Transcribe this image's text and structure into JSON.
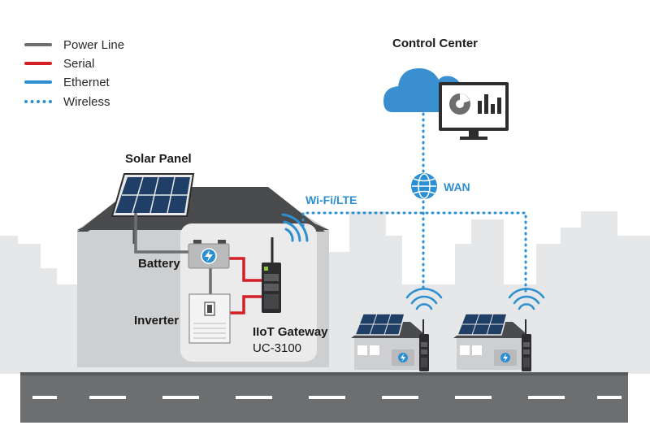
{
  "legend": {
    "items": [
      {
        "label": "Power Line",
        "color": "#6d6e70",
        "style": "solid"
      },
      {
        "label": "Serial",
        "color": "#d42027",
        "style": "solid"
      },
      {
        "label": "Ethernet",
        "color": "#2b8fd1",
        "style": "solid"
      },
      {
        "label": "Wireless",
        "color": "#2b8fd1",
        "style": "dotted"
      }
    ]
  },
  "labels": {
    "control_center": "Control Center",
    "solar_panel": "Solar Panel",
    "battery": "Battery",
    "inverter": "Inverter",
    "gateway_name": "IIoT Gateway",
    "gateway_model": "UC-3100",
    "wifi_lte": "Wi-Fi/LTE",
    "wan": "WAN"
  },
  "colors": {
    "power_line": "#6d6e70",
    "serial": "#d42027",
    "wireless": "#2b8fd1",
    "cloud": "#3a8fd0",
    "city": "#e6e7e8",
    "road": "#6d6e70",
    "house_wall": "#cdcfd1",
    "roof": "#4a4b4d"
  },
  "icons": [
    "cloud-icon",
    "monitor-icon",
    "globe-icon",
    "wifi-icon",
    "solar-panel-icon",
    "battery-icon",
    "inverter-icon",
    "gateway-device-icon",
    "house-icon"
  ]
}
